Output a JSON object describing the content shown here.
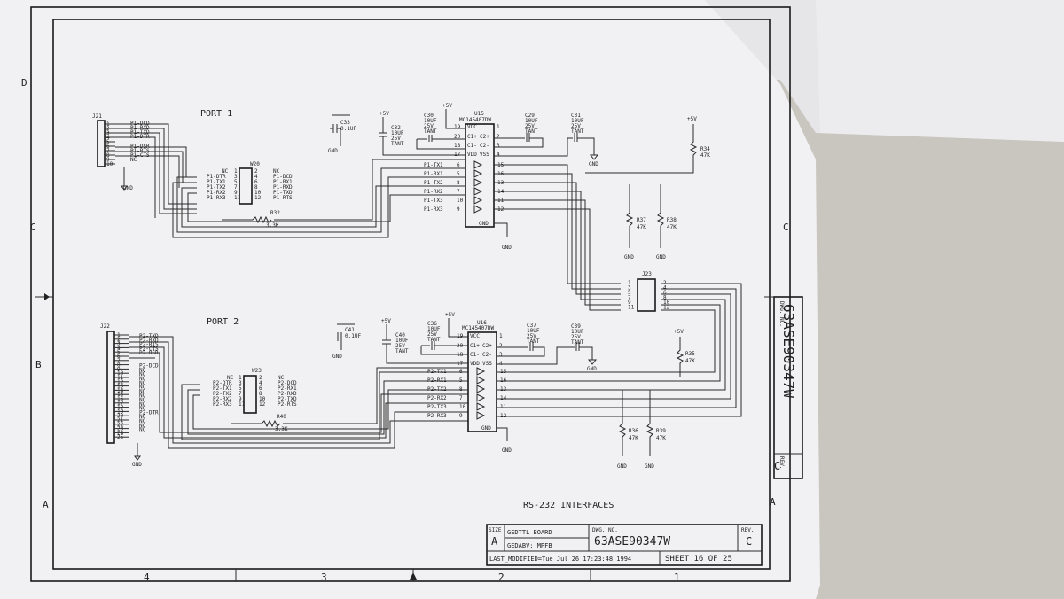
{
  "sheet": {
    "border_columns": [
      "4",
      "3",
      "2",
      "1"
    ],
    "border_rows": [
      "D",
      "C",
      "B",
      "A"
    ],
    "title": "RS-232 INTERFACES",
    "port1_label": "PORT 1",
    "port2_label": "PORT 2"
  },
  "title_block": {
    "size_label": "SIZE",
    "size_value": "A",
    "board": "GEDTTL BOARD",
    "gedabv": "GEDABV: MPFB",
    "dwg_no_label": "DWG. NO.",
    "dwg_no": "63ASE90347W",
    "rev_label": "REV.",
    "rev_value": "C",
    "last_modified": "LAST_MODIFIED=Tue Jul 26 17:23:48 1994",
    "sheet": "SHEET  16 OF 25"
  },
  "side_tab": {
    "dwg_no_label": "DWG. NO.",
    "dwg_no": "63ASE90347W",
    "rev_label": "REV.",
    "rev_value": "C"
  },
  "port1": {
    "connector": "J21",
    "connector_pins": [
      "1",
      "2",
      "3",
      "4",
      "5",
      "6",
      "7",
      "8",
      "9",
      "10"
    ],
    "connector_signals": [
      "P1-DCD",
      "P1-RXD",
      "P1-TXD",
      "P1-DTR",
      "",
      "P1-DSR",
      "P1-RTS",
      "P1-CTS",
      "NC"
    ],
    "header": "W20",
    "header_left": [
      "NC",
      "P1-DTR",
      "P1-TX1",
      "P1-TX2",
      "P1-RX2",
      "P1-RX3"
    ],
    "header_left_pins": [
      "1",
      "3",
      "5",
      "7",
      "9",
      "11"
    ],
    "header_right_pins": [
      "2",
      "4",
      "6",
      "8",
      "10",
      "12"
    ],
    "header_right": [
      "NC",
      "P1-DCD",
      "P1-RX1",
      "P1-RXD",
      "P1-TXD",
      "P1-RTS"
    ],
    "resistor": "R32",
    "resistor_value": "3.3K",
    "cap_c33": [
      "C33",
      "0.1UF"
    ],
    "cap_c32": [
      "C32",
      "10UF",
      "25V",
      "TANT"
    ],
    "cap_c30": [
      "C30",
      "10UF",
      "25V",
      "TANT"
    ],
    "cap_c29": [
      "C29",
      "10UF",
      "25V",
      "TANT"
    ],
    "cap_c31": [
      "C31",
      "10UF",
      "25V",
      "TANT"
    ],
    "ic_ref": "U15",
    "ic_part": "MC145407DW",
    "ic_left_pins": [
      "19",
      "20",
      "18",
      "17"
    ],
    "ic_left_labels": [
      "VCC",
      "C1+",
      "C1-",
      "VDD"
    ],
    "ic_right_labels": [
      "C2+",
      "C2-",
      "VSS"
    ],
    "ic_right_top_pins": [
      "1",
      "2",
      "3",
      "4"
    ],
    "signals": [
      "P1-TX1",
      "P1-RX1",
      "P1-TX2",
      "P1-RX2",
      "P1-TX3",
      "P1-RX3"
    ],
    "ic_signal_left_pins": [
      "6",
      "5",
      "8",
      "7",
      "10",
      "9"
    ],
    "ic_signal_right_pins": [
      "15",
      "16",
      "13",
      "14",
      "11",
      "12"
    ],
    "r34": [
      "R34",
      "47K"
    ],
    "r37": [
      "R37",
      "47K"
    ],
    "r38": [
      "R38",
      "47K"
    ]
  },
  "j23": {
    "ref": "J23",
    "pins": [
      "1",
      "2",
      "3",
      "4",
      "5",
      "6",
      "7",
      "8",
      "9",
      "10",
      "11",
      "12"
    ]
  },
  "port2": {
    "connector": "J22",
    "connector_signals": [
      "P2-TXD",
      "P2-RXD",
      "P2-RTS",
      "P2-CTS",
      "P2-DSR",
      "",
      "P2-DCD",
      "NC",
      "NC",
      "NC",
      "NC",
      "NC",
      "NC",
      "NC",
      "NC",
      "NC",
      "NC",
      "P2-DTR",
      "NC",
      "NC",
      "NC",
      "NC"
    ],
    "header": "W23",
    "header_left": [
      "NC",
      "P2-DTR",
      "P2-TX1",
      "P2-TX2",
      "P2-RX2",
      "P2-RX3"
    ],
    "header_right": [
      "NC",
      "P2-DCD",
      "P2-RX1",
      "P2-RXD",
      "P2-TXD",
      "P2-RTS"
    ],
    "resistor": "R40",
    "resistor_value": "3.3K",
    "cap_c41": [
      "C41",
      "0.1UF"
    ],
    "cap_c40": [
      "C40",
      "10UF",
      "25V",
      "TANT"
    ],
    "cap_c36": [
      "C36",
      "10UF",
      "25V",
      "TANT"
    ],
    "cap_c37": [
      "C37",
      "10UF",
      "25V",
      "TANT"
    ],
    "cap_c39": [
      "C39",
      "10UF",
      "25V",
      "TANT"
    ],
    "ic_ref": "U16",
    "ic_part": "MC145407DW",
    "signals": [
      "P2-TX1",
      "P2-RX1",
      "P2-TX2",
      "P2-RX2",
      "P2-TX3",
      "P2-RX3"
    ],
    "r35": [
      "R35",
      "47K"
    ],
    "r36": [
      "R36",
      "47K"
    ],
    "r39": [
      "R39",
      "47K"
    ]
  },
  "labels": {
    "gnd": "GND",
    "vcc": "+5V"
  }
}
